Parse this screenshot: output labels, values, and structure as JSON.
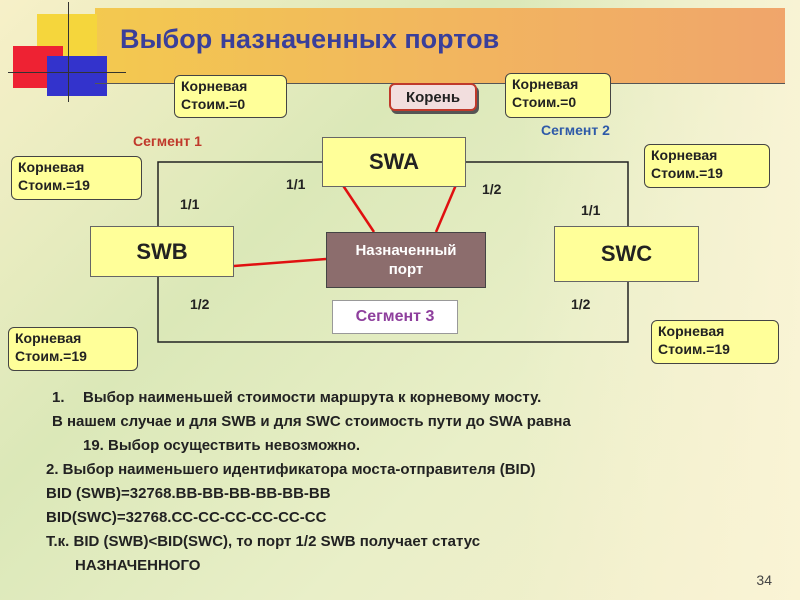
{
  "title": "Выбор назначенных портов",
  "nodes": {
    "swa": "SWA",
    "swb": "SWB",
    "swc": "SWC"
  },
  "root_label": "Корень",
  "designated_port": {
    "line1": "Назначенный",
    "line2": "порт"
  },
  "segments": {
    "s1": "Сегмент 1",
    "s2": "Сегмент 2",
    "s3": "Сегмент 3"
  },
  "ports": {
    "swa_left": "1/1",
    "swa_right": "1/2",
    "swb_top": "1/1",
    "swb_bottom": "1/2",
    "swc_top": "1/1",
    "swc_bottom": "1/2"
  },
  "callouts": {
    "swa_left": "Корневая\nСтоим.=0",
    "swa_right": "Корневая\nСтоим.=0",
    "swb_top": "Корневая\nСтоим.=19",
    "swc_top": "Корневая\nСтоим.=19",
    "swb_bottom": "Корневая\nСтоим.=19",
    "swc_bottom": "Корневая\nСтоим.=19"
  },
  "text": {
    "item1_num": "1.",
    "item1": "Выбор наименьшей стоимости маршрута к корневому мосту.",
    "line2": "В нашем случае и для SWB и для SWC стоимость пути до SWA равна",
    "line3": "19. Выбор осуществить невозможно.",
    "line4": "2. Выбор наименьшего  идентификатора моста-отправителя (BID)",
    "line5": "BID (SWB)=32768.BB-BB-BB-BB-BB-BB",
    "line6": "BID(SWC)=32768.CC-CC-CC-CC-CC-CC",
    "line7": "Т.к. BID (SWB)<BID(SWC), то порт 1/2  SWB получает статус",
    "line8": "НАЗНАЧЕННОГО"
  },
  "page_number": "34",
  "colors": {
    "title": "#3a3f9a",
    "segment_red": "#c0392b",
    "segment_blue": "#2e5aa8",
    "segment3": "#8e3f9d",
    "arrow": "#e01010",
    "node_fill": "#ffff99"
  }
}
